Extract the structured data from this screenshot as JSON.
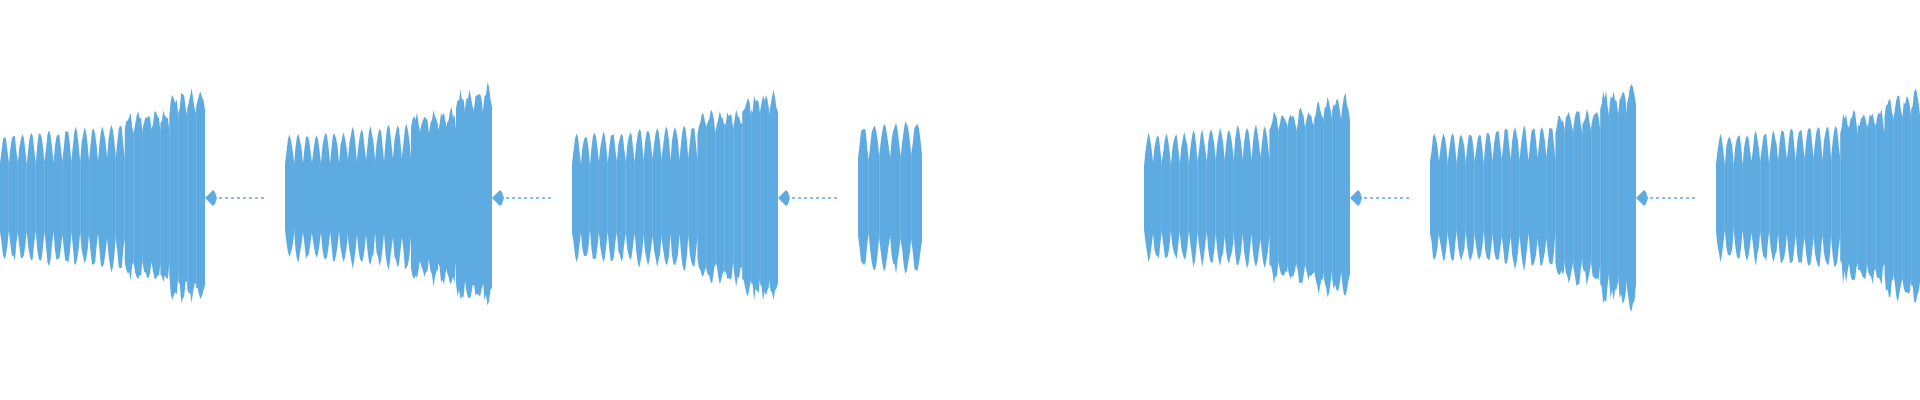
{
  "waveform": {
    "color": "#5dabe1",
    "background": "#ffffff",
    "segments": [
      {
        "kind": "burst",
        "groups": [
          {
            "pulses": 7,
            "amp": 0.42
          },
          {
            "pulses": 7,
            "amp": 0.46
          },
          {
            "pulses": 5,
            "amp": 0.55,
            "dense": true
          },
          {
            "pulses": 4,
            "amp": 0.68,
            "dense": true
          }
        ],
        "tail": true
      },
      {
        "kind": "burst",
        "groups": [
          {
            "pulses": 7,
            "amp": 0.42
          },
          {
            "pulses": 7,
            "amp": 0.46
          },
          {
            "pulses": 5,
            "amp": 0.55,
            "dense": true
          },
          {
            "pulses": 4,
            "amp": 0.7,
            "dense": true
          }
        ],
        "tail": true
      },
      {
        "kind": "burst",
        "groups": [
          {
            "pulses": 7,
            "amp": 0.42
          },
          {
            "pulses": 7,
            "amp": 0.46
          },
          {
            "pulses": 5,
            "amp": 0.55,
            "dense": true
          },
          {
            "pulses": 4,
            "amp": 0.66,
            "dense": true
          }
        ],
        "tail": true
      },
      {
        "kind": "burst",
        "groups": [
          {
            "pulses": 6,
            "amp": 0.48
          }
        ],
        "tail": false
      },
      {
        "kind": "silence"
      },
      {
        "kind": "burst",
        "groups": [
          {
            "pulses": 7,
            "amp": 0.42
          },
          {
            "pulses": 7,
            "amp": 0.46
          },
          {
            "pulses": 5,
            "amp": 0.55,
            "dense": true
          },
          {
            "pulses": 4,
            "amp": 0.64,
            "dense": true
          }
        ],
        "tail": true
      },
      {
        "kind": "burst",
        "groups": [
          {
            "pulses": 7,
            "amp": 0.42
          },
          {
            "pulses": 7,
            "amp": 0.46
          },
          {
            "pulses": 5,
            "amp": 0.55,
            "dense": true
          },
          {
            "pulses": 4,
            "amp": 0.7,
            "dense": true
          }
        ],
        "tail": true
      },
      {
        "kind": "burst",
        "groups": [
          {
            "pulses": 7,
            "amp": 0.42
          },
          {
            "pulses": 7,
            "amp": 0.46
          },
          {
            "pulses": 5,
            "amp": 0.55,
            "dense": true
          },
          {
            "pulses": 4,
            "amp": 0.66,
            "dense": true
          }
        ],
        "tail": false
      }
    ]
  }
}
